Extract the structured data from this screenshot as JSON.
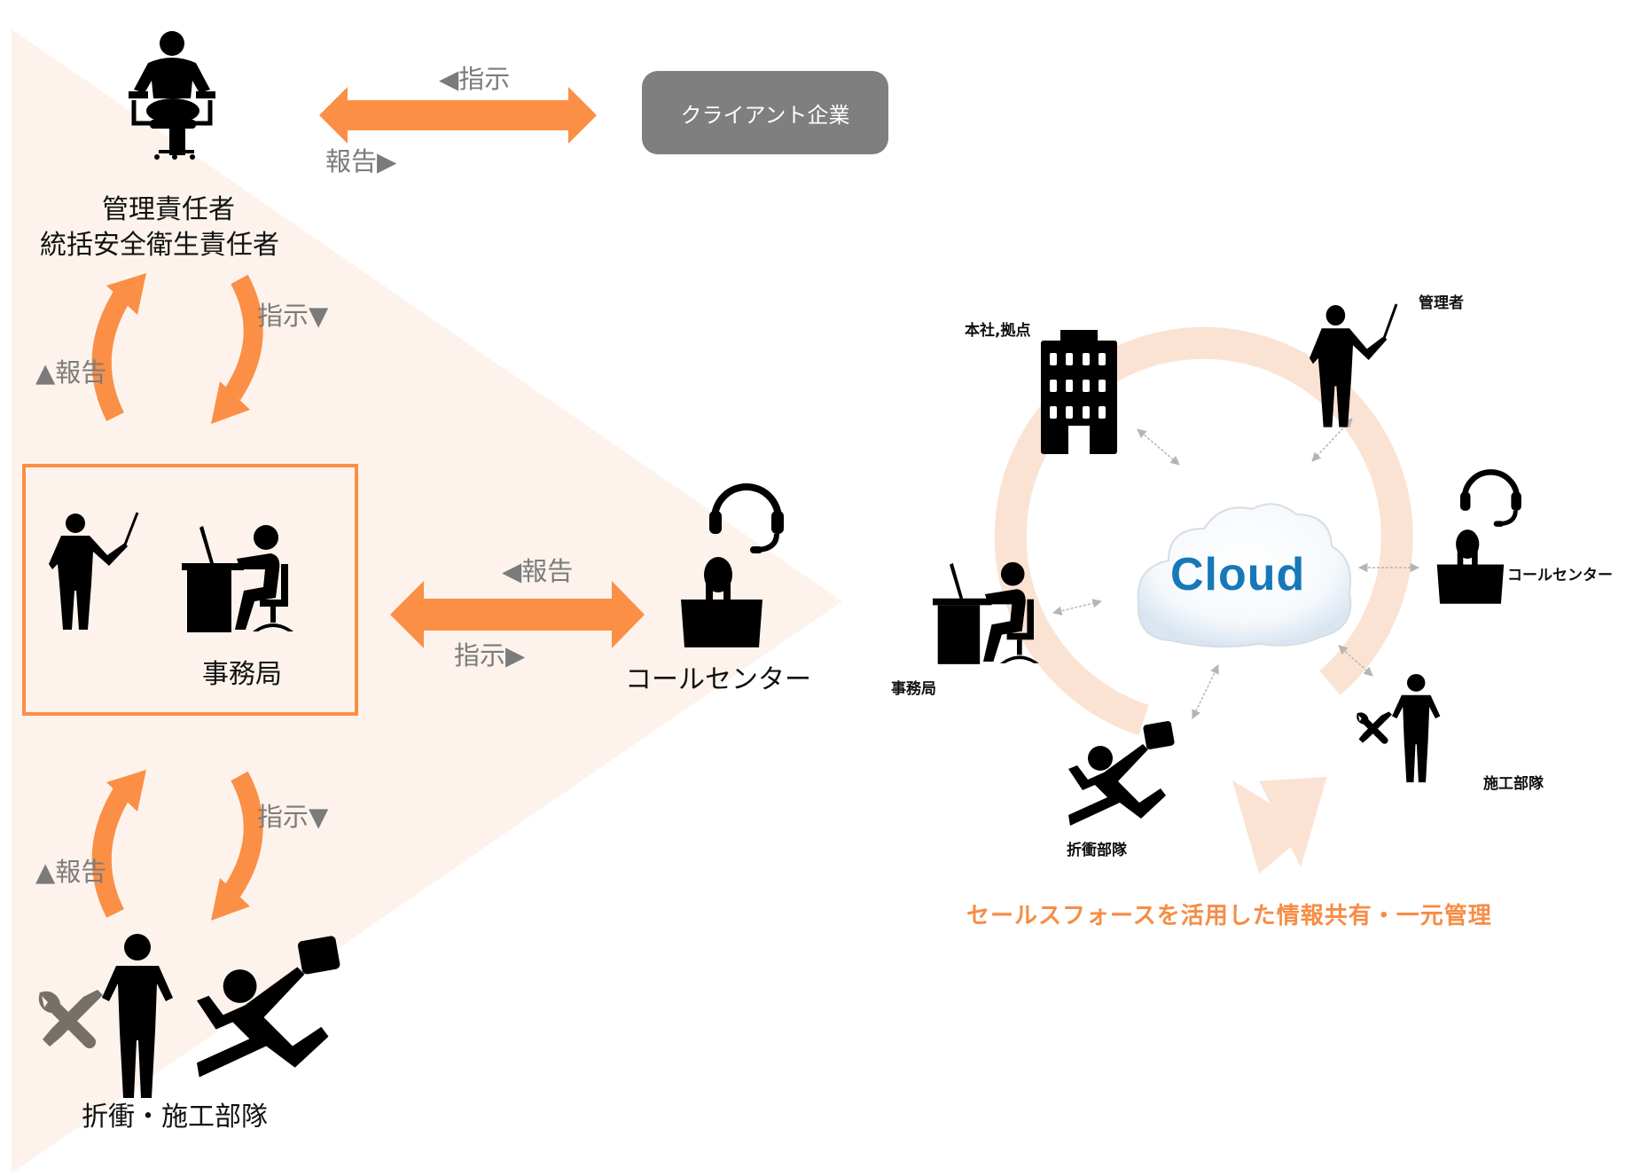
{
  "colors": {
    "accent_orange": "#fb8f45",
    "triangle_fill": "#fdf3ec",
    "ring_fill": "#fbe3d3",
    "client_box": "#7f7f7f",
    "label_gray": "#7b7b7b",
    "cloud_text": "#1678b8"
  },
  "left_diagram": {
    "top_role": {
      "line1": "管理責任者",
      "line2": "統括安全衛生責任者",
      "icon": "seated-person-icon"
    },
    "client": {
      "label": "クライアント企業",
      "instruction_label": "◀指示",
      "report_label": "報告▶"
    },
    "upper_cycle": {
      "report_label": "▲報告",
      "instruction_label": "指示▼"
    },
    "office": {
      "label": "事務局",
      "icons": [
        "presenter-icon",
        "desk-worker-icon"
      ]
    },
    "call_center_link": {
      "report_label": "◀報告",
      "instruction_label": "指示▶"
    },
    "call_center": {
      "label": "コールセンター",
      "icon": "headset-operator-icon"
    },
    "lower_cycle": {
      "report_label": "▲報告",
      "instruction_label": "指示▼"
    },
    "field_team": {
      "label": "折衝・施工部隊",
      "icons": [
        "tools-icon",
        "standing-worker-icon",
        "running-salesman-icon"
      ]
    }
  },
  "right_diagram": {
    "center": {
      "label": "Cloud"
    },
    "nodes": [
      {
        "id": "hq",
        "label": "本社,拠点",
        "icon": "building-icon"
      },
      {
        "id": "manager",
        "label": "管理者",
        "icon": "presenter-icon"
      },
      {
        "id": "callcenter",
        "label": "コールセンター",
        "icon": "headset-operator-icon"
      },
      {
        "id": "construction",
        "label": "施工部隊",
        "icon": "tools-worker-icon"
      },
      {
        "id": "negotiation",
        "label": "折衝部隊",
        "icon": "running-salesman-icon"
      },
      {
        "id": "office",
        "label": "事務局",
        "icon": "desk-worker-icon"
      }
    ],
    "caption": "セールスフォースを活用した情報共有・一元管理"
  }
}
